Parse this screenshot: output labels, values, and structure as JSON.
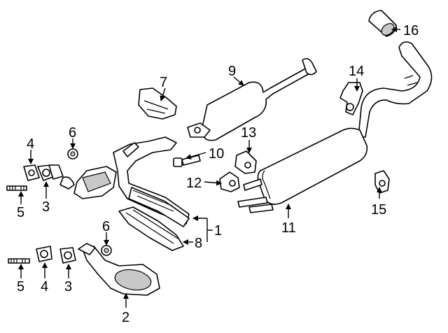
{
  "callouts": [
    {
      "id": "c1",
      "label": "1"
    },
    {
      "id": "c2",
      "label": "2"
    },
    {
      "id": "c3a",
      "label": "3"
    },
    {
      "id": "c3b",
      "label": "3"
    },
    {
      "id": "c4a",
      "label": "4"
    },
    {
      "id": "c4b",
      "label": "4"
    },
    {
      "id": "c5a",
      "label": "5"
    },
    {
      "id": "c5b",
      "label": "5"
    },
    {
      "id": "c6a",
      "label": "6"
    },
    {
      "id": "c6b",
      "label": "6"
    },
    {
      "id": "c7",
      "label": "7"
    },
    {
      "id": "c8",
      "label": "8"
    },
    {
      "id": "c9",
      "label": "9"
    },
    {
      "id": "c10",
      "label": "10"
    },
    {
      "id": "c11",
      "label": "11"
    },
    {
      "id": "c12",
      "label": "12"
    },
    {
      "id": "c13",
      "label": "13"
    },
    {
      "id": "c14",
      "label": "14"
    },
    {
      "id": "c15",
      "label": "15"
    },
    {
      "id": "c16",
      "label": "16"
    }
  ],
  "colors": {
    "line": "#000000",
    "background": "#ffffff",
    "shading": "#c8c8c8"
  }
}
